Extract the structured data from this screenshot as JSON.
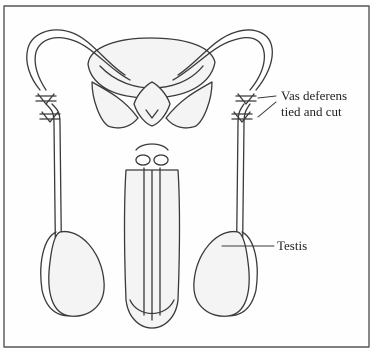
{
  "labels": {
    "vas_deferens_line1": "Vas deferens",
    "vas_deferens_line2": "tied and cut",
    "testis": "Testis"
  },
  "colors": {
    "outline": "#3a3a3a",
    "fill": "#f4f4f4",
    "frame": "#555555"
  }
}
